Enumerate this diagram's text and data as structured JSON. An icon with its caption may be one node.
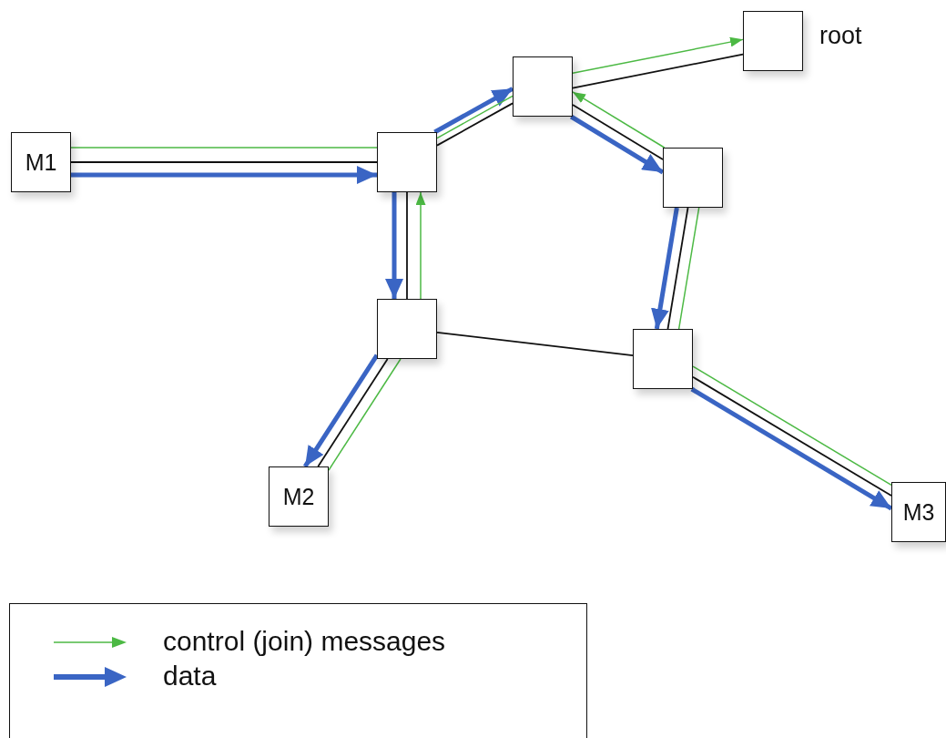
{
  "diagram": {
    "nodes": [
      {
        "text": [],
        "shape": "box",
        "beside": [
          "root"
        ]
      },
      {
        "text": [],
        "shape": "box"
      },
      {
        "text": [
          "M1"
        ]
      },
      {
        "text": [],
        "shape": "box"
      },
      {
        "text": [],
        "shape": "box"
      },
      {
        "text": [],
        "shape": "box"
      },
      {
        "text": [],
        "shape": "box"
      },
      {
        "text": [
          "M2"
        ]
      },
      {
        "text": [
          "M3"
        ]
      }
    ],
    "edges": [
      {
        "from": 2,
        "to": 3,
        "arrow": "none"
      },
      {
        "from": 3,
        "to": 1,
        "arrow": "none"
      },
      {
        "from": 1,
        "to": 0,
        "arrow": "none"
      },
      {
        "from": 1,
        "to": 4,
        "arrow": "none"
      },
      {
        "from": 4,
        "to": 6,
        "arrow": "none"
      },
      {
        "from": 3,
        "to": 5,
        "arrow": "none"
      },
      {
        "from": 5,
        "to": 7,
        "arrow": "none"
      },
      {
        "from": 5,
        "to": 6,
        "arrow": "none"
      },
      {
        "from": 6,
        "to": 8,
        "arrow": "none"
      },
      {
        "from": 2,
        "to": 3,
        "arrow": "to",
        "style": "thick",
        "color": "#3a65c4"
      },
      {
        "from": 3,
        "to": 1,
        "arrow": "to",
        "style": "thick",
        "color": "#3a65c4"
      },
      {
        "from": 1,
        "to": 4,
        "arrow": "to",
        "style": "thick",
        "color": "#3a65c4"
      },
      {
        "from": 4,
        "to": 6,
        "arrow": "to",
        "style": "thick",
        "color": "#3a65c4"
      },
      {
        "from": 6,
        "to": 8,
        "arrow": "to",
        "style": "thick",
        "color": "#3a65c4"
      },
      {
        "from": 3,
        "to": 5,
        "arrow": "to",
        "style": "thick",
        "color": "#3a65c4"
      },
      {
        "from": 5,
        "to": 7,
        "arrow": "to",
        "style": "thick",
        "color": "#3a65c4"
      },
      {
        "from": 2,
        "to": 3,
        "arrow": "none",
        "color": "#4cb944"
      },
      {
        "from": 3,
        "to": 1,
        "arrow": "none",
        "color": "#4cb944"
      },
      {
        "from": 1,
        "to": 0,
        "arrow": "to",
        "color": "#4cb944"
      },
      {
        "from": 7,
        "to": 5,
        "arrow": "none",
        "color": "#4cb944"
      },
      {
        "from": 5,
        "to": 3,
        "arrow": "to",
        "color": "#4cb944"
      },
      {
        "from": 8,
        "to": 6,
        "arrow": "none",
        "color": "#4cb944"
      },
      {
        "from": 6,
        "to": 4,
        "arrow": "none",
        "color": "#4cb944"
      },
      {
        "from": 4,
        "to": 1,
        "arrow": "to",
        "color": "#4cb944"
      }
    ],
    "legend": [
      {
        "text": "control (join) messages"
      },
      {
        "text": "data"
      }
    ]
  }
}
